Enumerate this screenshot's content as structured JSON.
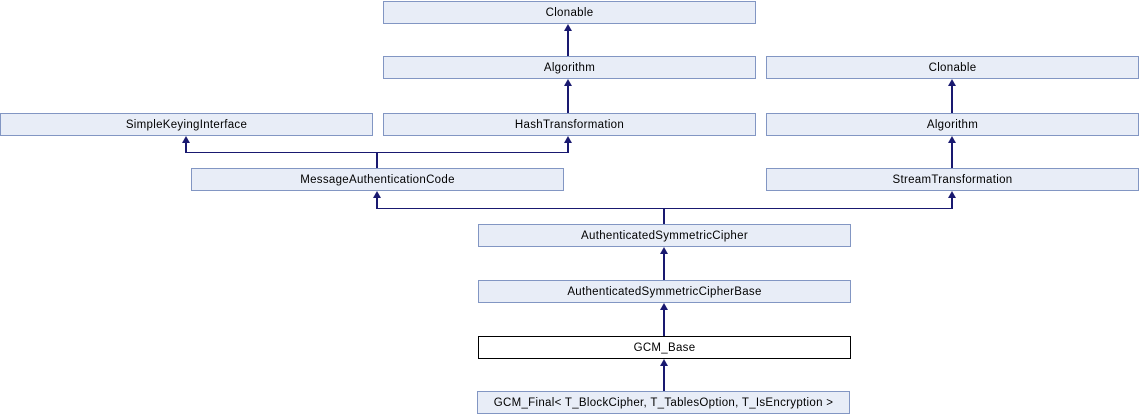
{
  "diagram": {
    "kind": "class-inheritance-graph",
    "colors": {
      "node_fill": "#e8edf7",
      "node_border": "#8296c3",
      "highlight_fill": "#ffffff",
      "highlight_border": "#000000",
      "edge": "#191970",
      "text": "#000000",
      "background": "#ffffff"
    },
    "nodes": [
      {
        "id": "clonable-top",
        "label": "Clonable"
      },
      {
        "id": "algorithm-center",
        "label": "Algorithm"
      },
      {
        "id": "clonable-right",
        "label": "Clonable"
      },
      {
        "id": "simple-keying-interface",
        "label": "SimpleKeyingInterface"
      },
      {
        "id": "hash-transformation",
        "label": "HashTransformation"
      },
      {
        "id": "algorithm-right",
        "label": "Algorithm"
      },
      {
        "id": "message-authentication-code",
        "label": "MessageAuthenticationCode"
      },
      {
        "id": "stream-transformation",
        "label": "StreamTransformation"
      },
      {
        "id": "authenticated-symmetric-cipher",
        "label": "AuthenticatedSymmetricCipher"
      },
      {
        "id": "authenticated-symmetric-cipher-base",
        "label": "AuthenticatedSymmetricCipherBase"
      },
      {
        "id": "gcm-base",
        "label": "GCM_Base",
        "highlighted": true
      },
      {
        "id": "gcm-final",
        "label": "GCM_Final< T_BlockCipher, T_TablesOption, T_IsEncryption >"
      }
    ],
    "edges": [
      {
        "from": "algorithm-center",
        "to": "clonable-top"
      },
      {
        "from": "hash-transformation",
        "to": "algorithm-center"
      },
      {
        "from": "algorithm-right",
        "to": "clonable-right"
      },
      {
        "from": "stream-transformation",
        "to": "algorithm-right"
      },
      {
        "from": "message-authentication-code",
        "to": "simple-keying-interface"
      },
      {
        "from": "message-authentication-code",
        "to": "hash-transformation"
      },
      {
        "from": "authenticated-symmetric-cipher",
        "to": "message-authentication-code"
      },
      {
        "from": "authenticated-symmetric-cipher",
        "to": "stream-transformation"
      },
      {
        "from": "authenticated-symmetric-cipher-base",
        "to": "authenticated-symmetric-cipher"
      },
      {
        "from": "gcm-base",
        "to": "authenticated-symmetric-cipher-base"
      },
      {
        "from": "gcm-final",
        "to": "gcm-base"
      }
    ]
  }
}
